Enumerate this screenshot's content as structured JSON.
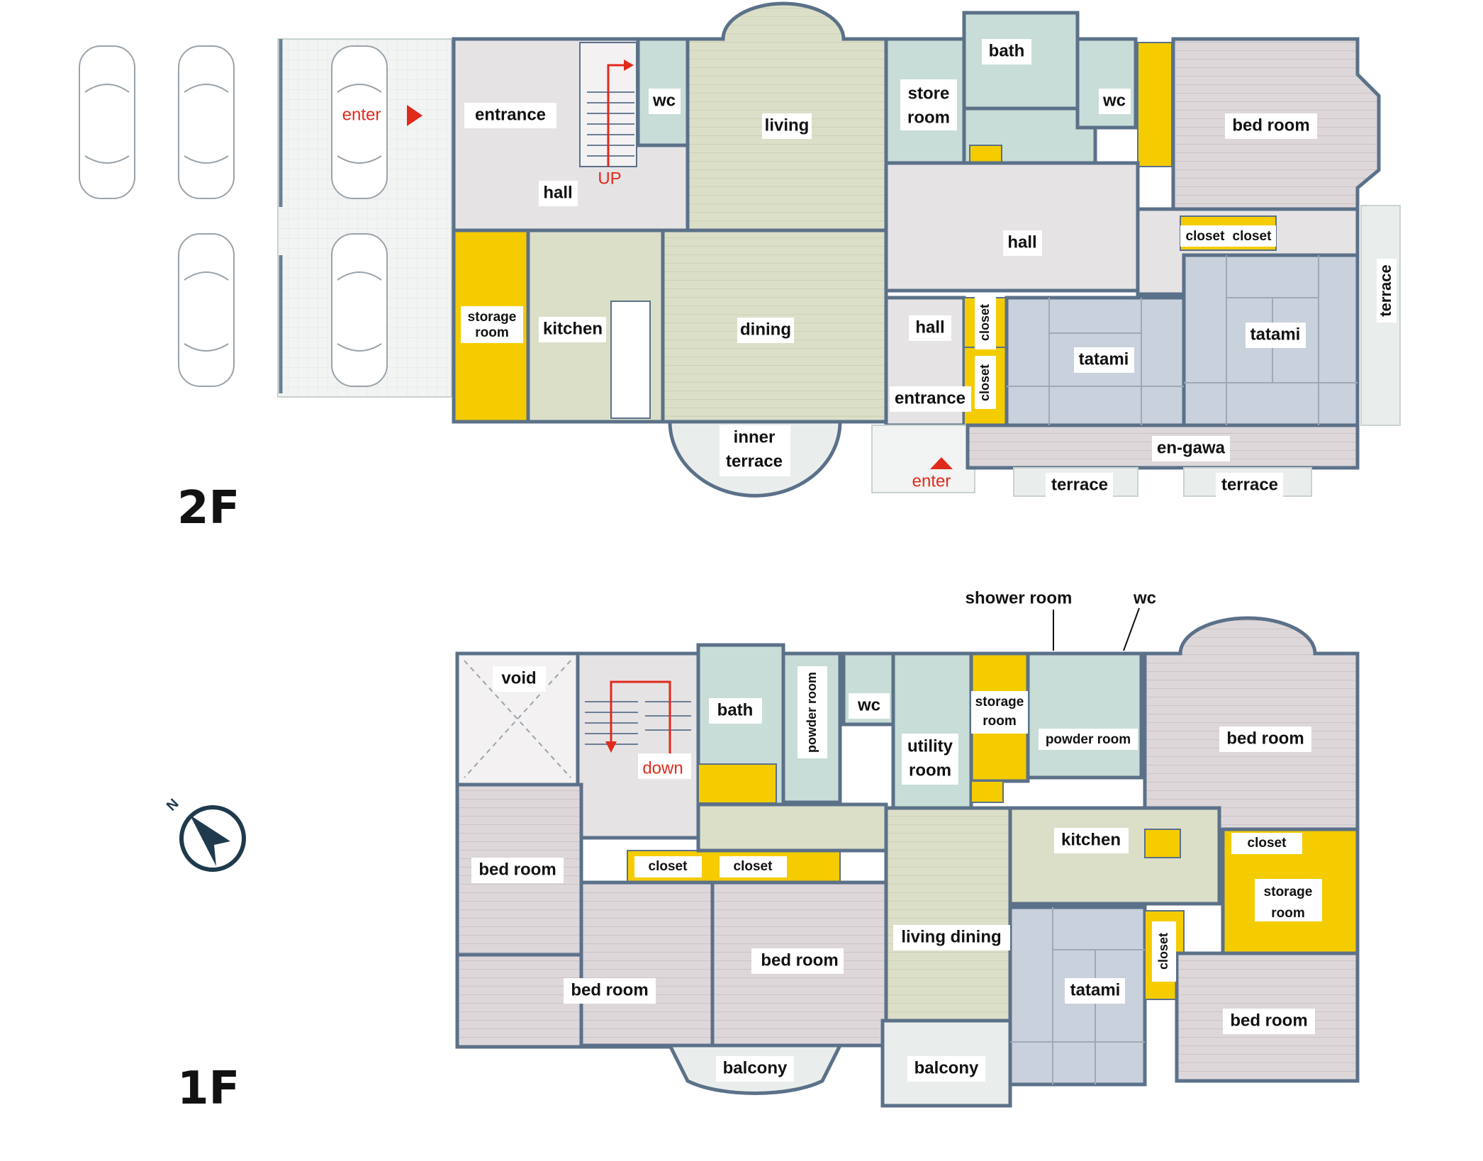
{
  "colors": {
    "wall": "#5b7189",
    "grey_floor": "#ddd7da",
    "green_floor": "#dcdfc8",
    "teal_floor": "#c8ddd7",
    "hall_floor": "#e6e3e5",
    "tatami": "#c9d1dc",
    "storage": "#f4cc00",
    "terrace": "#e9eeec",
    "label_bg": "#ffffff",
    "accent_red": "#e02a1c"
  },
  "floors": {
    "upper": {
      "name": "2F",
      "rooms": {
        "entrance": "entrance",
        "hall_a": "hall",
        "wc_a": "wc",
        "living": "living",
        "store_room_1": "store",
        "store_room_2": "room",
        "bath": "bath",
        "wc_b": "wc",
        "bed_room": "bed room",
        "hall_b": "hall",
        "closet_a": "closet",
        "closet_b": "closet",
        "terrace_side": "terrace",
        "storage_room_1": "storage",
        "storage_room_2": "room",
        "kitchen": "kitchen",
        "dining": "dining",
        "hall_c": "hall",
        "closet_c": "closet",
        "closet_d": "closet",
        "tatami_a": "tatami",
        "tatami_b": "tatami",
        "entrance_b": "entrance",
        "inner_terrace_1": "inner",
        "inner_terrace_2": "terrace",
        "en_gawa": "en-gawa",
        "terrace_a": "terrace",
        "terrace_b": "terrace"
      },
      "markers": {
        "enter_west": "enter",
        "enter_south": "enter",
        "up": "UP"
      }
    },
    "lower": {
      "name": "1F",
      "rooms": {
        "void": "void",
        "bath": "bath",
        "powder_room_a": "powder room",
        "wc": "wc",
        "utility_room_1": "utility",
        "utility_room_2": "room",
        "storage_room_a1": "storage",
        "storage_room_a2": "room",
        "powder_room_b": "powder room",
        "bed_room_ne": "bed room",
        "bed_room_w": "bed room",
        "closet_a": "closet",
        "closet_b": "closet",
        "kitchen": "kitchen",
        "closet_c": "closet",
        "storage_room_b1": "storage",
        "storage_room_b2": "room",
        "living_dining": "living dining",
        "bed_room_mid": "bed room",
        "bed_room_sw": "bed room",
        "closet_d": "closet",
        "tatami": "tatami",
        "bed_room_se": "bed room",
        "balcony_a": "balcony",
        "balcony_b": "balcony"
      },
      "callouts": {
        "shower_room": "shower room",
        "wc": "wc"
      },
      "markers": {
        "down": "down"
      }
    }
  },
  "compass": {
    "north_label": "N"
  }
}
